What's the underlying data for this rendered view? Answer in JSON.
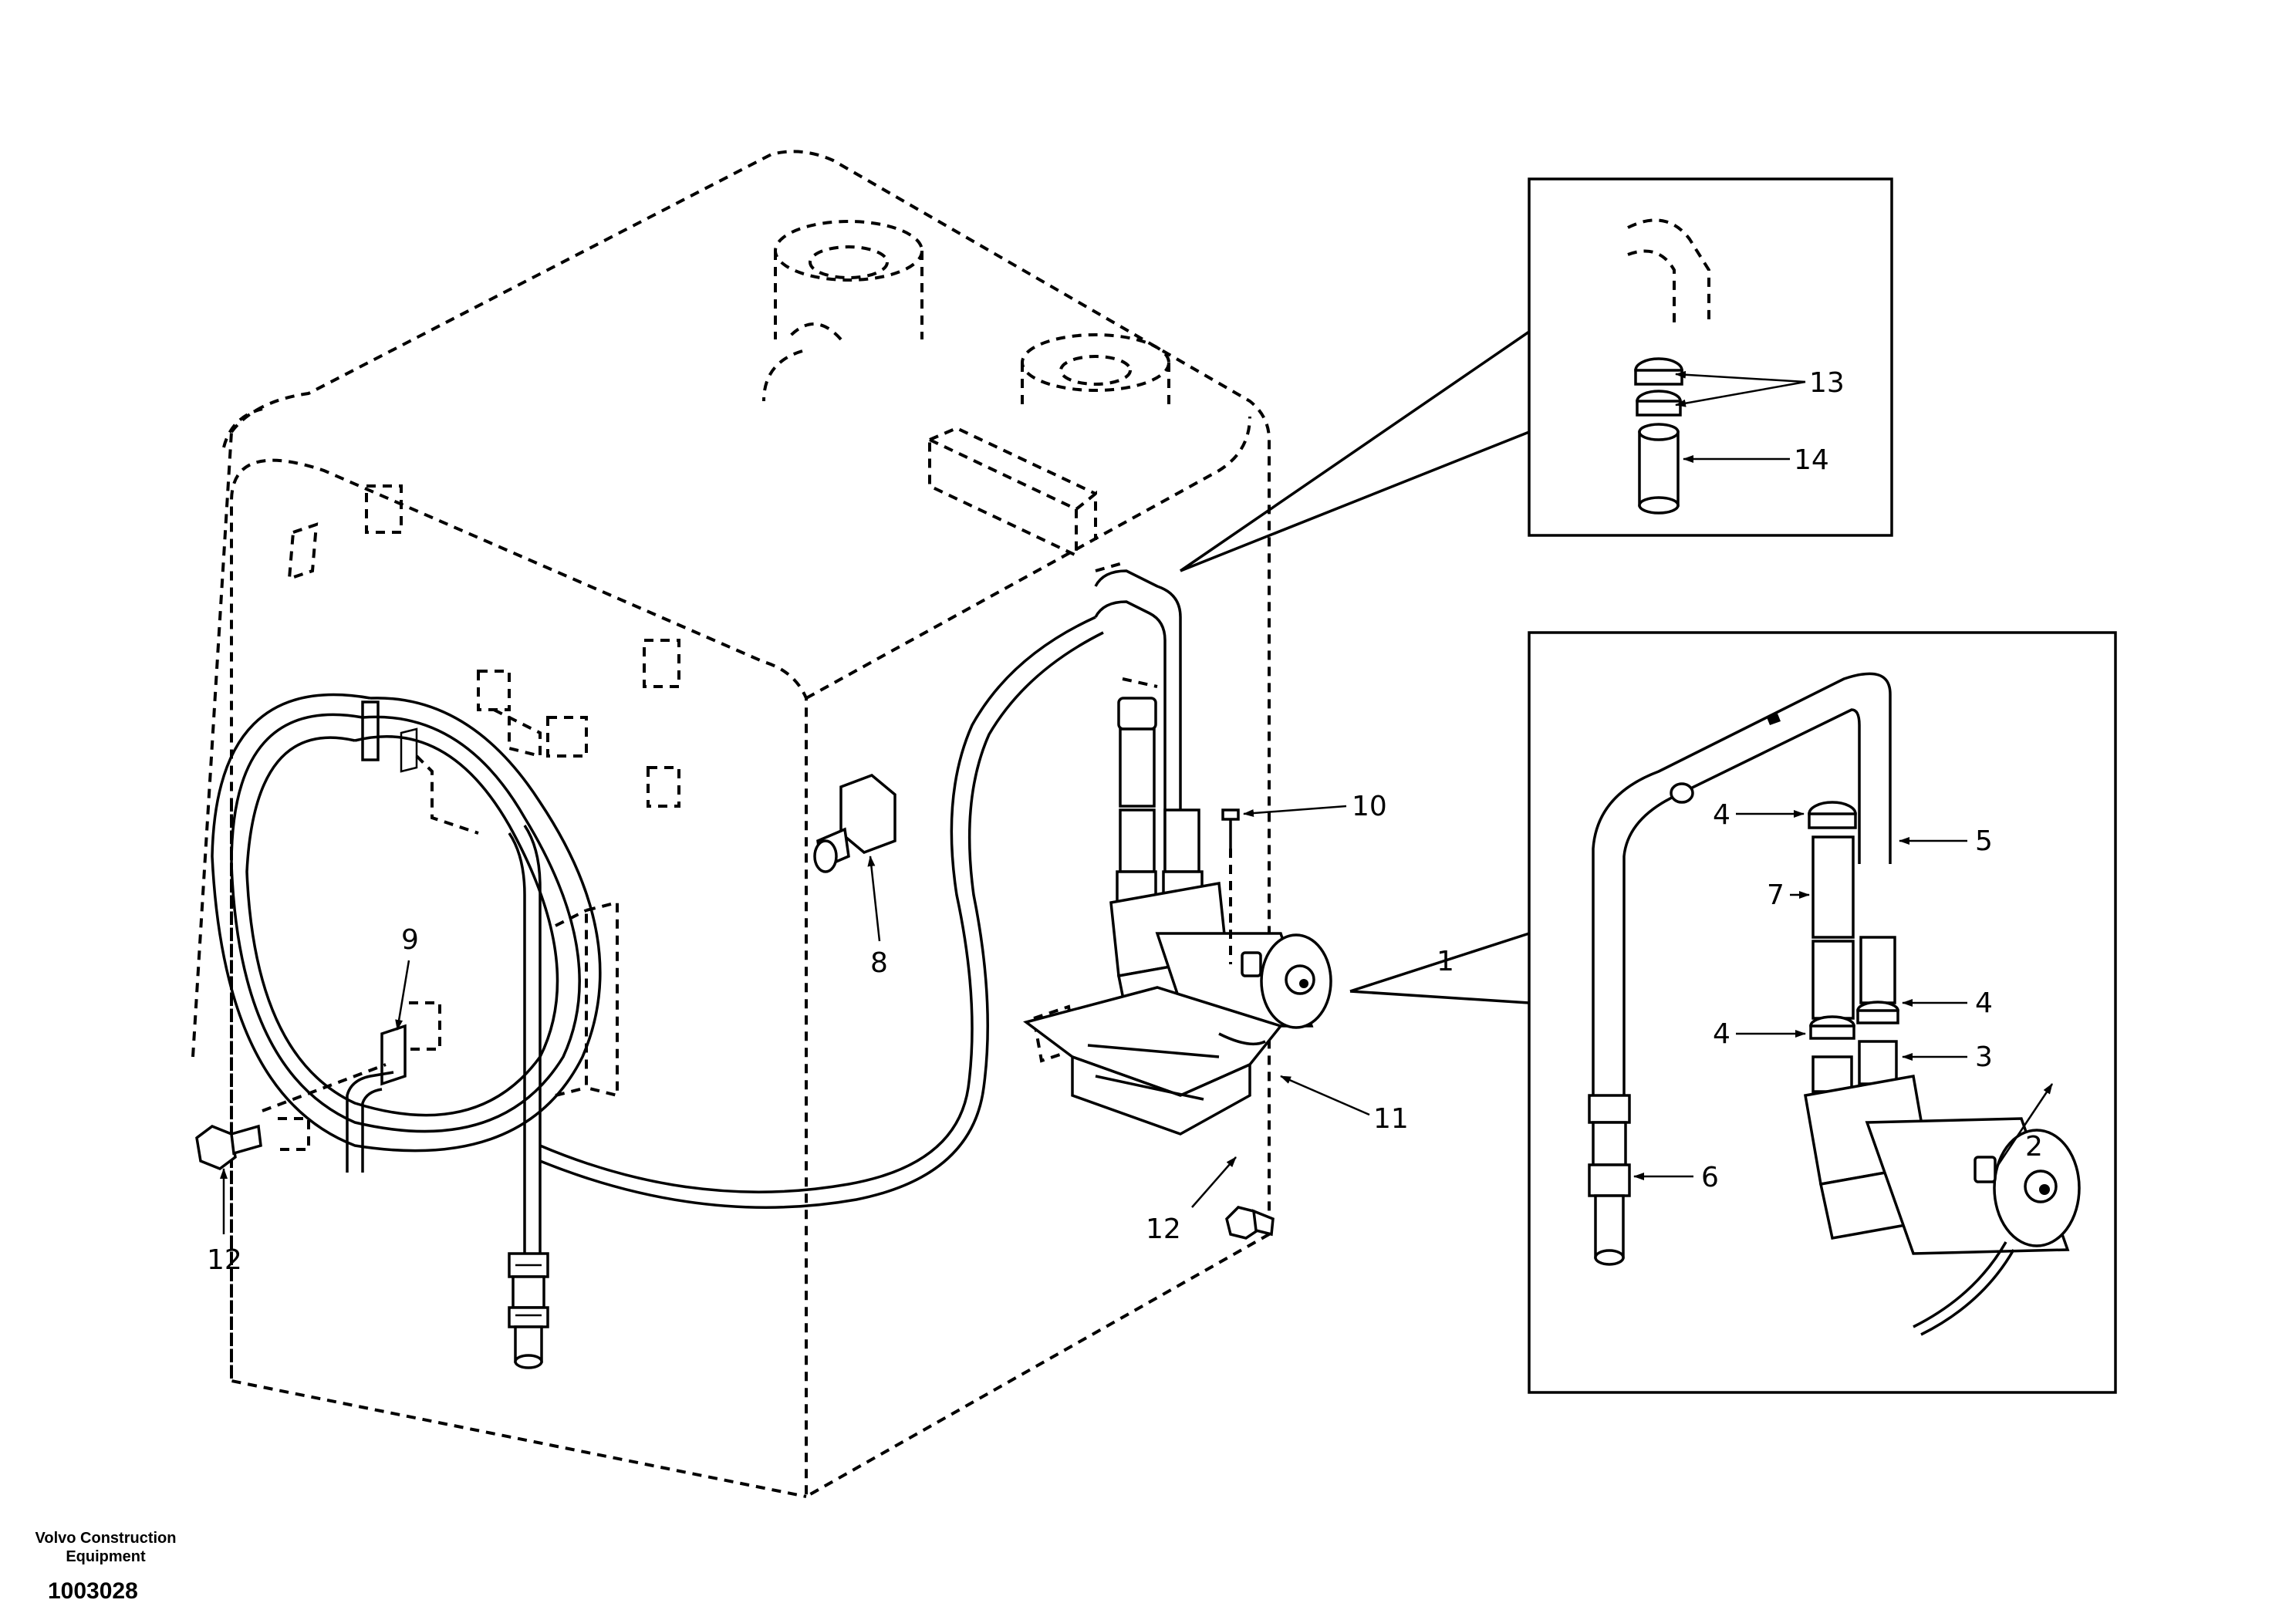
{
  "callouts": {
    "c1": "1",
    "c2": "2",
    "c3": "3",
    "c4a": "4",
    "c4b": "4",
    "c4c": "4",
    "c5": "5",
    "c6": "6",
    "c7": "7",
    "c8": "8",
    "c9": "9",
    "c10": "10",
    "c11": "11",
    "c12a": "12",
    "c12b": "12",
    "c13": "13",
    "c14": "14"
  },
  "footer": {
    "brand_line1": "Volvo Construction",
    "brand_line2": "Equipment",
    "drawing_number": "1003028"
  }
}
